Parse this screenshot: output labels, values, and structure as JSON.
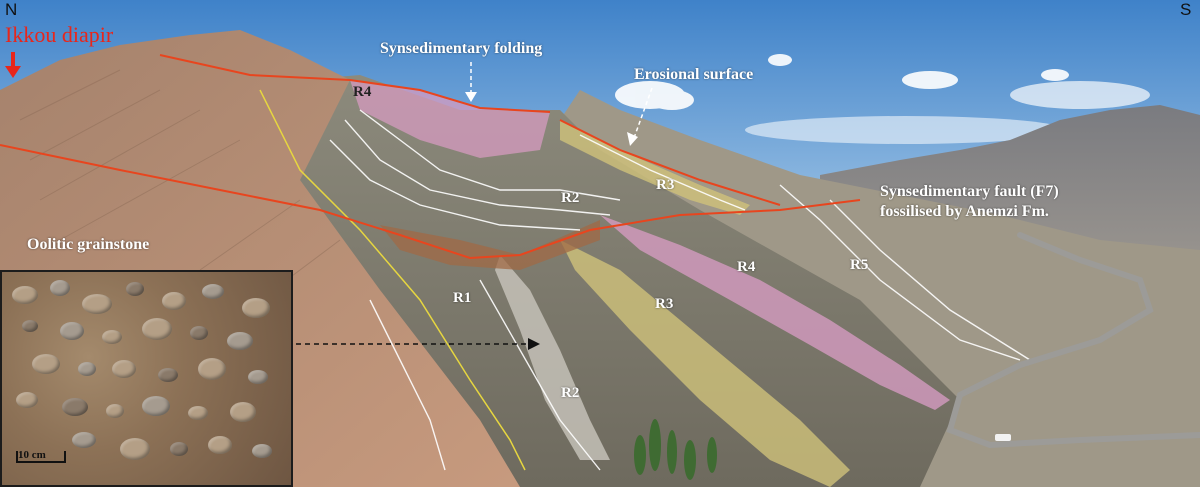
{
  "compass": {
    "north": "N",
    "south": "S"
  },
  "structure": {
    "name": "Ikkou diapir"
  },
  "annotations": {
    "synsedimentary_folding": "Synsedimentary folding",
    "erosional_surface": "Erosional surface",
    "fault_line1": "Synsedimentary fault (F7)",
    "fault_line2": "fossilised by Anemzi Fm.",
    "oolitic": "Oolitic grainstone"
  },
  "units": {
    "r1": "R1",
    "r2_upper": "R2",
    "r2_lower": "R2",
    "r3_upper": "R3",
    "r3_lower": "R3",
    "r4_top": "R4",
    "r4_mid": "R4",
    "r5": "R5"
  },
  "inset": {
    "scale_label": "10 cm"
  },
  "colors": {
    "sky": "#4f8fd0",
    "fault_line": "#e8451e",
    "r3_fill": "#cfc27a",
    "r4_fill": "#d59bc0",
    "yellow_boundary": "#e6d640",
    "arrow_red": "#e8261b"
  }
}
